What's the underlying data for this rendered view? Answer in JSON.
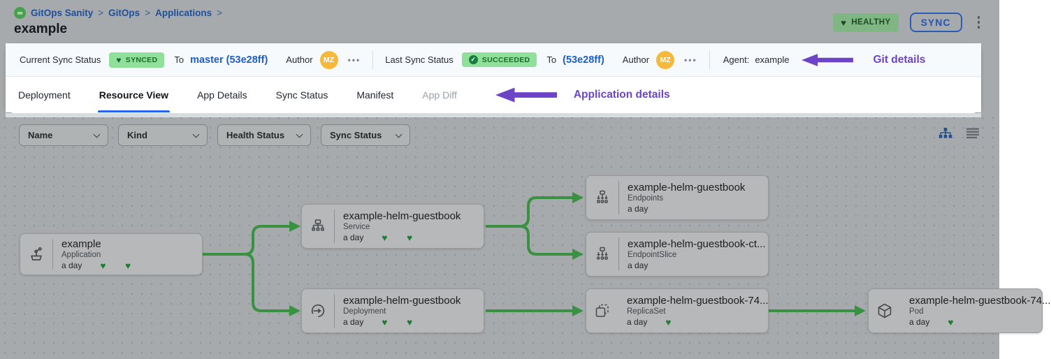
{
  "colors": {
    "canvas_bg": "#a7aaac",
    "dot_grid": "#8f9395",
    "card_bg": "#ffffff",
    "sync_row_bg": "#f7fafc",
    "healthy_badge_bg": "#7fb684",
    "green_badge_bg": "#90df9a",
    "green_badge_text": "#176b2b",
    "link_blue": "#1e4f9c",
    "commit_blue": "#1d5dc9",
    "active_tab_blue": "#2563eb",
    "annotation_purple": "#6d44c8",
    "edge_green": "#389241",
    "heart_green": "#1d7c2f",
    "avatar_orange": "#f6b93b"
  },
  "breadcrumb": {
    "logo_glyph": "∞",
    "items": [
      "GitOps Sanity",
      "GitOps",
      "Applications"
    ],
    "separator": ">"
  },
  "page_title": "example",
  "header": {
    "health_badge": "HEALTHY",
    "health_heart": "♥",
    "sync_button": "SYNC"
  },
  "sync_bar": {
    "current_label": "Current Sync Status",
    "current_badge": "SYNCED",
    "current_badge_heart": "♥",
    "current_to_label": "To",
    "current_target": "master (53e28ff)",
    "author_label": "Author",
    "avatar_initials": "MZ",
    "more": "•••",
    "last_label": "Last Sync Status",
    "last_badge": "SUCCEEDED",
    "last_check": "✓",
    "last_to_label": "To",
    "last_target": "(53e28ff)",
    "author_label_2": "Author",
    "avatar_initials_2": "MZ",
    "more_2": "•••",
    "agent_label": "Agent:",
    "agent_value": "example",
    "annotation": "Git details"
  },
  "tabs": {
    "items": [
      {
        "label": "Deployment"
      },
      {
        "label": "Resource View"
      },
      {
        "label": "App Details"
      },
      {
        "label": "Sync Status"
      },
      {
        "label": "Manifest"
      },
      {
        "label": "App Diff"
      }
    ],
    "active": "Resource View",
    "annotation": "Application details"
  },
  "filters": {
    "items": [
      {
        "label": "Name"
      },
      {
        "label": "Kind"
      },
      {
        "label": "Health Status"
      },
      {
        "label": "Sync Status"
      }
    ]
  },
  "graph": {
    "nodes": [
      {
        "name": "example",
        "kind": "Application",
        "age": "a day",
        "hearts": "♥ ♥"
      },
      {
        "name": "example-helm-guestbook",
        "kind": "Service",
        "age": "a day",
        "hearts": "♥ ♥"
      },
      {
        "name": "example-helm-guestbook",
        "kind": "Deployment",
        "age": "a day",
        "hearts": "♥ ♥"
      },
      {
        "name": "example-helm-guestbook",
        "kind": "Endpoints",
        "age": "a day",
        "hearts": ""
      },
      {
        "name": "example-helm-guestbook-ct...",
        "kind": "EndpointSlice",
        "age": "a day",
        "hearts": ""
      },
      {
        "name": "example-helm-guestbook-74...",
        "kind": "ReplicaSet",
        "age": "a day",
        "hearts": "♥"
      },
      {
        "name": "example-helm-guestbook-74...",
        "kind": "Pod",
        "age": "a day",
        "hearts": "♥"
      }
    ]
  }
}
